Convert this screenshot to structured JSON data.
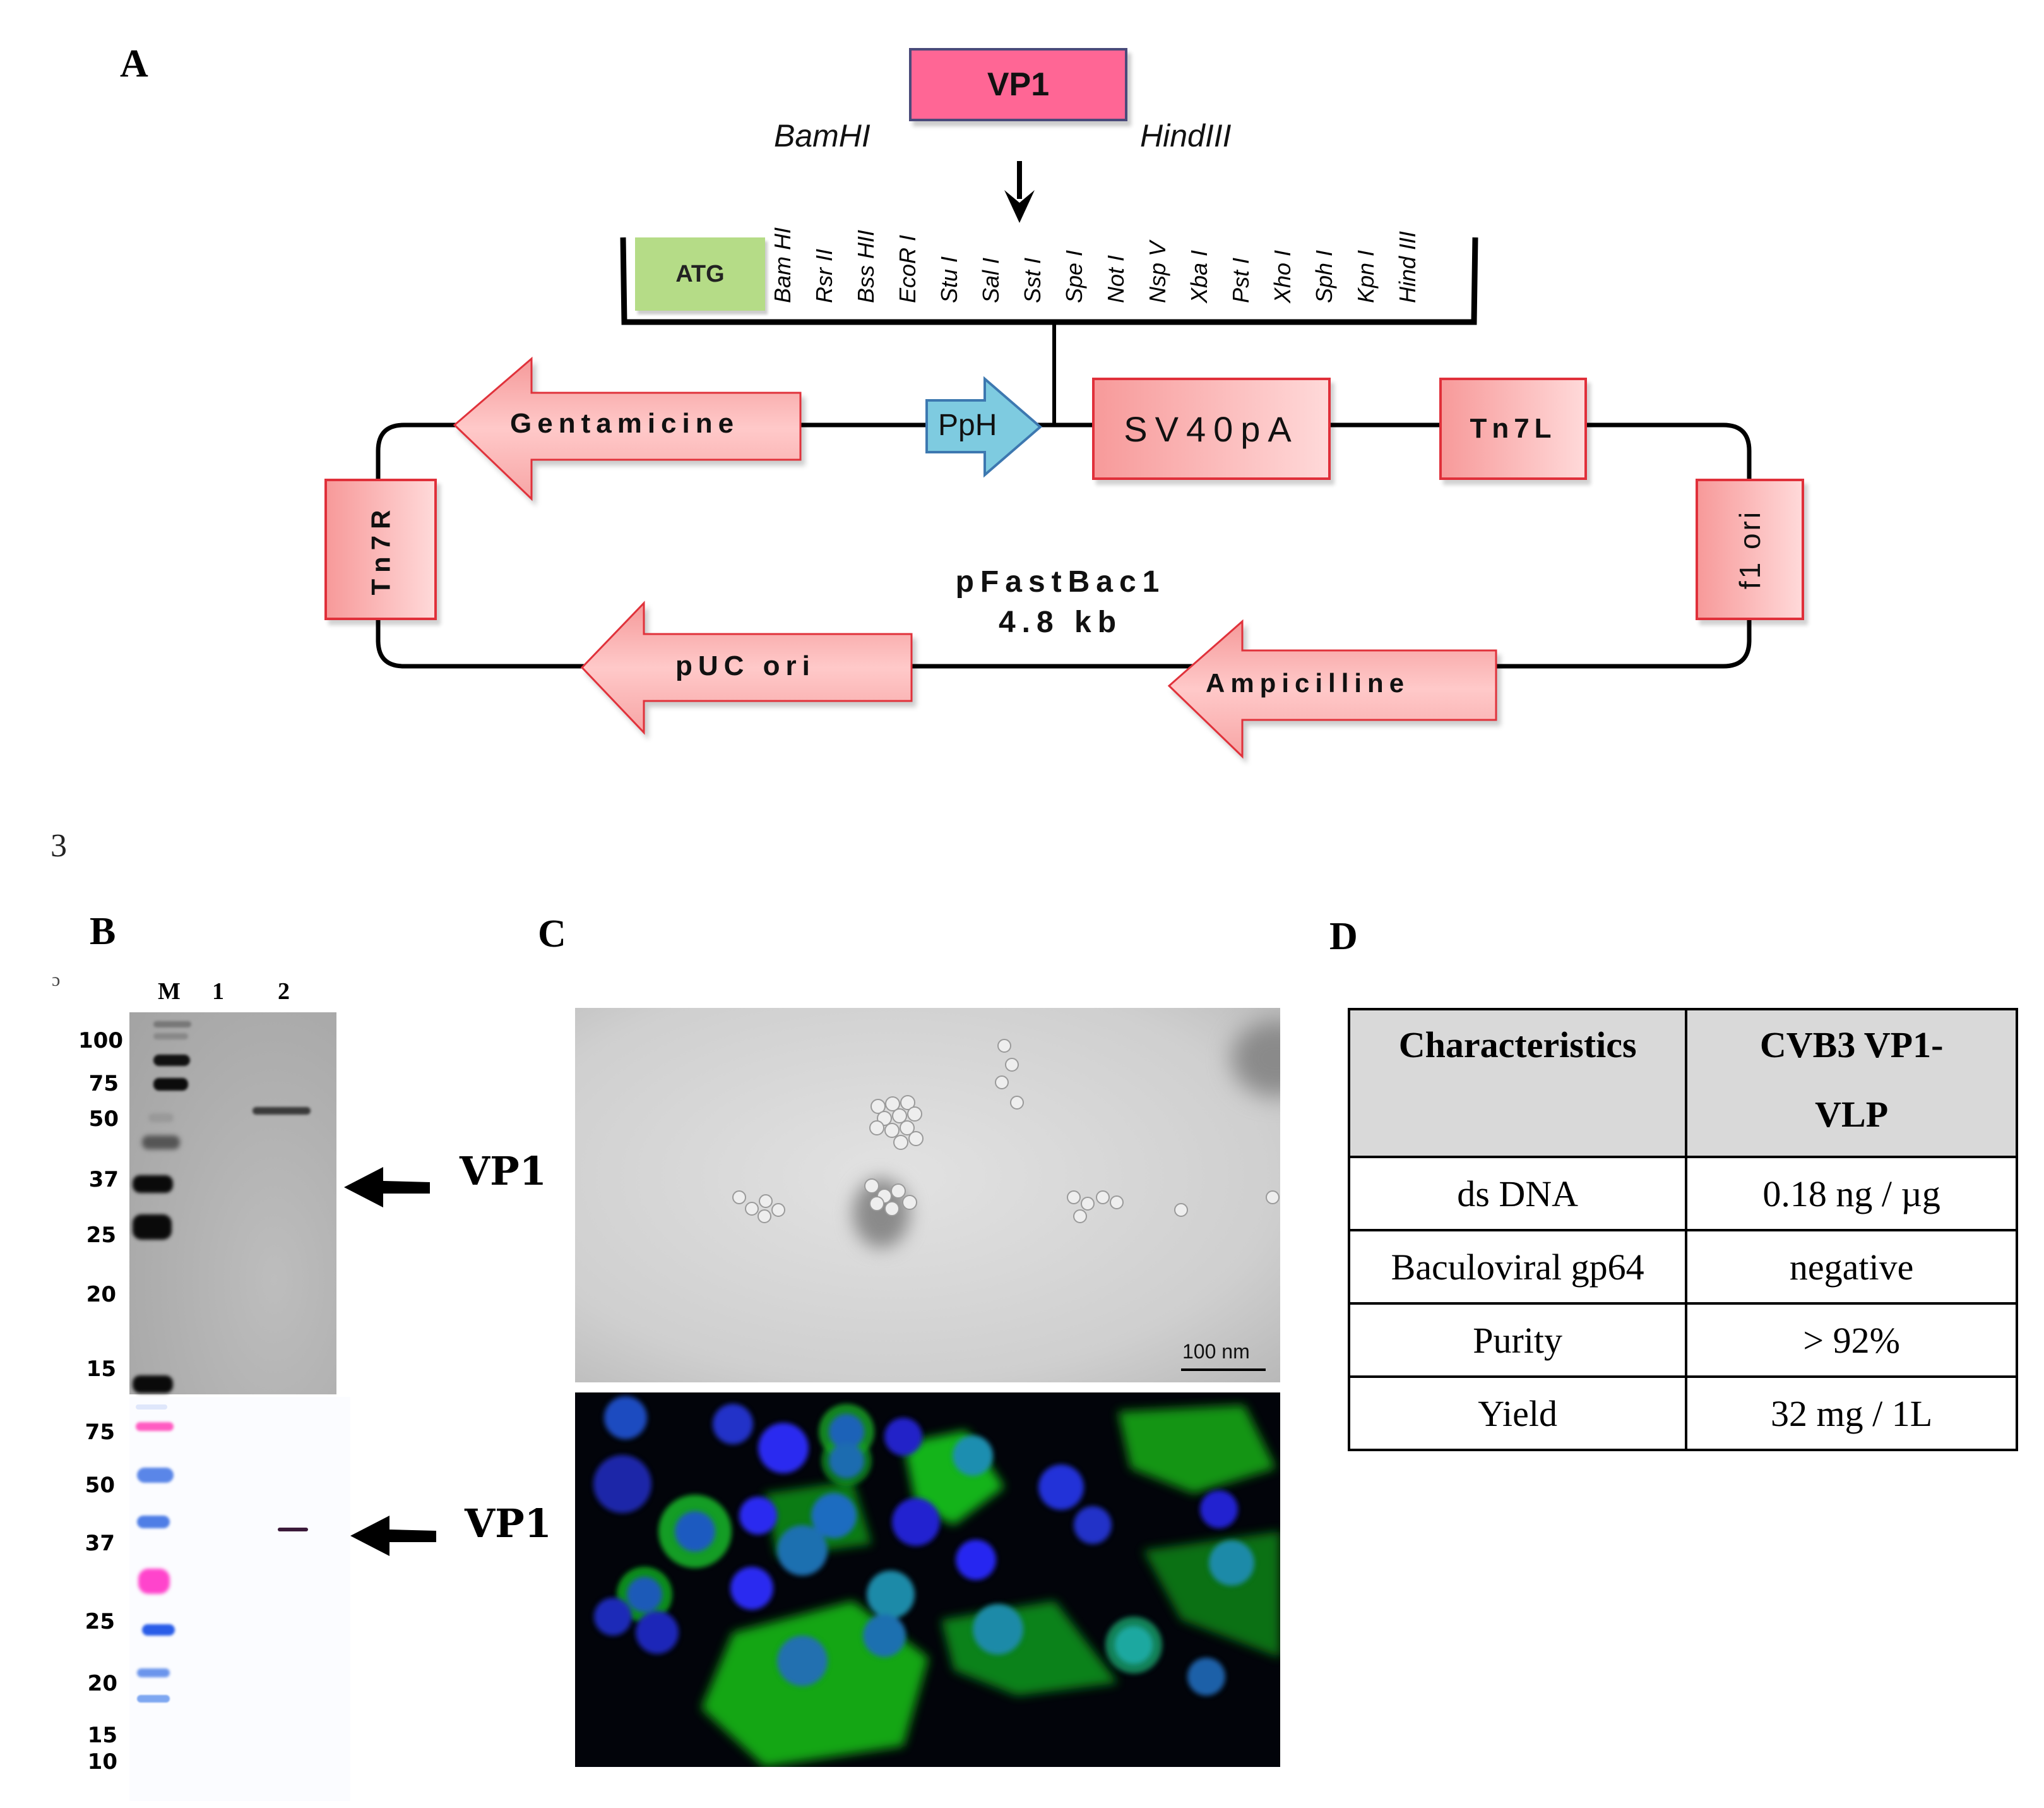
{
  "panels": {
    "A": "A",
    "B": "B",
    "C": "C",
    "D": "D"
  },
  "page_artifacts": {
    "stray_number": "3",
    "stray_glyph": "ɔ"
  },
  "panel_a": {
    "insert_label": "VP1",
    "insert_color": "#ff6695",
    "site_left": "BamHI",
    "site_right": "HindIII",
    "start_codon": "ATG",
    "mcs_sites": [
      "Bam HI",
      "Rsr II",
      "Bss HII",
      "EcoR I",
      "Stu I",
      "Sal I",
      "Sst I",
      "Spe I",
      "Not I",
      "Nsp V",
      "Xba I",
      "Pst I",
      "Xho I",
      "Sph I",
      "Kpn I",
      "Hind III"
    ],
    "promoter": "PpH",
    "features": {
      "gentamicine": "Gentamicine",
      "sv40pa": "SV40pA",
      "tn7l": "Tn7L",
      "tn7r": "Tn7R",
      "f1ori": "f1 ori",
      "puc_ori": "pUC ori",
      "ampicilline": "Ampicilline"
    },
    "plasmid_name": "pFastBac1",
    "plasmid_size": "4.8 kb",
    "colors": {
      "feature_fill": "#f8a0a0",
      "feature_border": "#e0303a",
      "promoter_fill": "#7ecbe0",
      "atg_fill": "#b5dc87"
    }
  },
  "panel_b": {
    "lane_labels": [
      "M",
      "1",
      "2"
    ],
    "sds_markers": [
      "100",
      "75",
      "50",
      "37",
      "25",
      "20",
      "15"
    ],
    "western_markers": [
      "75",
      "50",
      "37",
      "25",
      "20",
      "15",
      "10"
    ],
    "band_label_top": "VP1",
    "band_label_bottom": "VP1"
  },
  "panel_c": {
    "scale_bar": "100 nm"
  },
  "panel_d": {
    "headers": [
      "Characteristics",
      "CVB3 VP1-VLP"
    ],
    "header_line1": "CVB3 VP1-",
    "header_line2": "VLP",
    "rows": [
      {
        "characteristic": "ds DNA",
        "value": "0.18 ng / µg"
      },
      {
        "characteristic": "Baculoviral gp64",
        "value": "negative"
      },
      {
        "characteristic": "Purity",
        "value": "> 92%"
      },
      {
        "characteristic": "Yield",
        "value": "32 mg / 1L"
      }
    ]
  }
}
